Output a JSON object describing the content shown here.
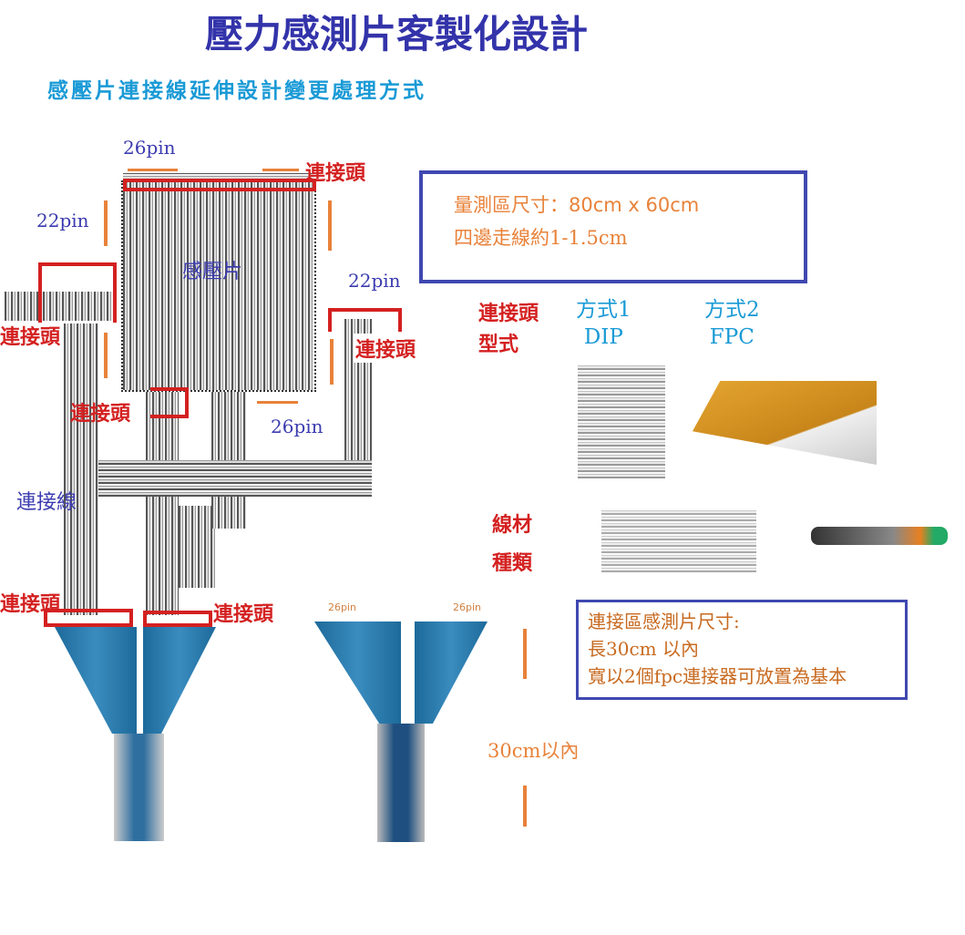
{
  "title": "壓力感測片客製化設計",
  "subtitle": "感壓片連接線延伸設計變更處理方式",
  "labels": {
    "pin26_top": "26pin",
    "pin22_left": "22pin",
    "pin22_right": "22pin",
    "pin26_mid": "26pin",
    "connector": "連接頭",
    "sensor": "感壓片",
    "cable": "連接線",
    "fan_pin_left": "26pin",
    "fan_pin_right": "26pin",
    "length": "30cm以內"
  },
  "spec_box": {
    "line1_label": "量測區尺寸：",
    "line1_value": "80cm x 60cm",
    "line2": "四邊走線約1-1.5cm"
  },
  "connector_types": {
    "heading_line1": "連接頭",
    "heading_line2": "型式",
    "option1_line1": "方式1",
    "option1_line2": "DIP",
    "option2_line1": "方式2",
    "option2_line2": "FPC"
  },
  "wire_types": {
    "line1": "線材",
    "line2": "種類"
  },
  "connector_area_box": {
    "line1": "連接區感測片尺寸:",
    "line2": "長30cm  以內",
    "line3": "寬以2個fpc連接器可放置為基本"
  },
  "colors": {
    "title": "#3333aa",
    "subtitle": "#1a9ad6",
    "accent_red": "#d42020",
    "orange": "#e8823a"
  }
}
